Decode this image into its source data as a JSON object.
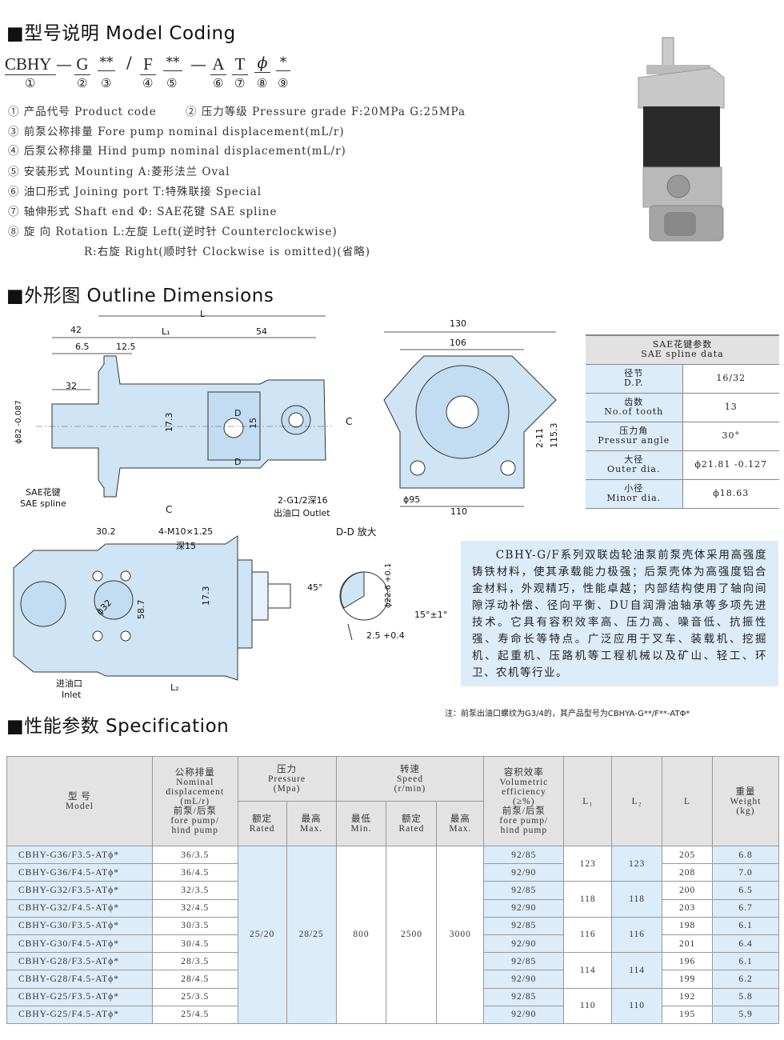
{
  "headings": {
    "model_coding": "■型号说明 Model Coding",
    "outline": "■外形图 Outline Dimensions",
    "spec": "■性能参数 Specification"
  },
  "code": {
    "parts": [
      "CBHY",
      "—",
      "G",
      "**",
      "/",
      "F",
      "**",
      "—",
      "A",
      "T",
      "ϕ",
      "*"
    ],
    "numbers": [
      "①",
      "②",
      "③",
      "④",
      "⑤",
      "⑥",
      "⑦",
      "⑧",
      "⑨"
    ]
  },
  "legend": [
    "① 产品代号 Product code",
    "② 压力等级 Pressure grade F:20MPa G:25MPa",
    "③ 前泵公称排量 Fore  pump nominal displacement(mL/r)",
    "④ 后泵公称排量 Hind  pump nominal displacement(mL/r)",
    "⑤ 安装形式 Mounting  A:菱形法兰  Oval",
    "⑥ 油口形式 Joining port T:特殊联接 Special",
    "⑦ 轴伸形式 Shaft end Φ: SAE花键 SAE spline",
    "⑧ 旋     向 Rotation L:左旋 Left(逆时针 Counterclockwise)",
    "R:右旋 Right(顺时针 Clockwise is omitted)(省略)"
  ],
  "drawing_labels": {
    "L": "L",
    "d42": "42",
    "L1": "L₁",
    "d54": "54",
    "d6_5": "6.5",
    "d12_5": "12.5",
    "d32": "32",
    "phi82": "ϕ82 -0.087",
    "d17_3": "17.3",
    "d15": "15",
    "D1": "D",
    "D2": "D",
    "C1": "C",
    "C2": "C",
    "sae_cn": "SAE花键",
    "sae_en": "SAE spline",
    "port": "2-G1/2深16",
    "outlet": "出油口 Outlet",
    "d130": "130",
    "d106": "106",
    "d2_11": "2-11",
    "d115_3": "115.3",
    "phi95": "ϕ95",
    "d110": "110",
    "dd": "D-D 放大",
    "d30_2": "30.2",
    "m10": "4-M10×1.25",
    "deep15": "深15",
    "phi32": "ϕ32",
    "d58_7": "58.7",
    "d17_3b": "17.3",
    "inlet_cn": "进油口",
    "inlet_en": "Inlet",
    "L2": "L₂",
    "a45": "45°",
    "phi22_6": "ϕ22.6 +0.1",
    "a15": "15°±1°",
    "d2_5": "2.5 +0.4"
  },
  "sae_table": {
    "title_cn": "SAE花键参数",
    "title_en": "SAE spline data",
    "rows": [
      {
        "cn": "径节",
        "en": "D.P.",
        "value": "16/32"
      },
      {
        "cn": "齿数",
        "en": "No.of tooth",
        "value": "13"
      },
      {
        "cn": "压力角",
        "en": "Pressur angle",
        "value": "30°"
      },
      {
        "cn": "大径",
        "en": "Outer dia.",
        "value": "ϕ21.81 -0.127"
      },
      {
        "cn": "小径",
        "en": "Minor dia.",
        "value": "ϕ18.63"
      }
    ]
  },
  "description": "CBHY-G/F系列双联齿轮油泵前泵壳体采用高强度铸铁材料，使其承载能力极强；后泵壳体为高强度铝合金材料，外观精巧，性能卓越；内部结构使用了轴向间隙浮动补偿、径向平衡、DU自润滑油轴承等多项先进技术。它具有容积效率高、压力高、噪音低、抗振性强、寿命长等特点。广泛应用于叉车、装载机、挖掘机、起重机、压路机等工程机械以及矿山、轻工、环卫、农机等行业。",
  "note": "注：前泵出油口螺纹为G3/4的，其产品型号为CBHYA-G**/F**-ATΦ*",
  "spec": {
    "headers": {
      "model": "型  号\nModel",
      "disp": "公称排量\nNominal\ndisplacement\n(mL/r)\n前泵/后泵\nfore pump/\nhind pump",
      "pressure": "压力\nPressure\n(Mpa)",
      "speed": "转速\nSpeed\n(r/min)",
      "eff": "容积效率\nVolumetric\nefficiency\n(≥%)\n前泵/后泵\nfore pump/\nhind pump",
      "L1": "L₁",
      "L2": "L₂",
      "L": "L",
      "weight": "重量\nWeight\n(kg)",
      "p_rated": "额定\nRated",
      "p_max": "最高\nMax.",
      "s_min": "最低\nMin.",
      "s_rated": "额定\nRated",
      "s_max": "最高\nMax."
    },
    "pressure_rated": "25/20",
    "pressure_max": "28/25",
    "speed_min": "800",
    "speed_rated": "2500",
    "speed_max": "3000",
    "rows": [
      {
        "model": "CBHY-G36/F3.5-ATϕ*",
        "disp": "36/3.5",
        "eff": "92/85",
        "L": "205",
        "weight": "6.8"
      },
      {
        "model": "CBHY-G36/F4.5-ATϕ*",
        "disp": "36/4.5",
        "eff": "92/90",
        "L": "208",
        "weight": "7.0"
      },
      {
        "model": "CBHY-G32/F3.5-ATϕ*",
        "disp": "32/3.5",
        "eff": "92/85",
        "L": "200",
        "weight": "6.5"
      },
      {
        "model": "CBHY-G32/F4.5-ATϕ*",
        "disp": "32/4.5",
        "eff": "92/90",
        "L": "203",
        "weight": "6.7"
      },
      {
        "model": "CBHY-G30/F3.5-ATϕ*",
        "disp": "30/3.5",
        "eff": "92/85",
        "L": "198",
        "weight": "6.1"
      },
      {
        "model": "CBHY-G30/F4.5-ATϕ*",
        "disp": "30/4.5",
        "eff": "92/90",
        "L": "201",
        "weight": "6.4"
      },
      {
        "model": "CBHY-G28/F3.5-ATϕ*",
        "disp": "28/3.5",
        "eff": "92/85",
        "L": "196",
        "weight": "6.1"
      },
      {
        "model": "CBHY-G28/F4.5-ATϕ*",
        "disp": "28/4.5",
        "eff": "92/90",
        "L": "199",
        "weight": "6.2"
      },
      {
        "model": "CBHY-G25/F3.5-ATϕ*",
        "disp": "25/3.5",
        "eff": "92/85",
        "L": "192",
        "weight": "5.8"
      },
      {
        "model": "CBHY-G25/F4.5-ATϕ*",
        "disp": "25/4.5",
        "eff": "92/90",
        "L": "195",
        "weight": "5.9"
      }
    ],
    "groups": [
      {
        "L1": "123",
        "L2": "123"
      },
      {
        "L1": "118",
        "L2": "118"
      },
      {
        "L1": "116",
        "L2": "116"
      },
      {
        "L1": "114",
        "L2": "114"
      },
      {
        "L1": "110",
        "L2": "110"
      }
    ]
  }
}
